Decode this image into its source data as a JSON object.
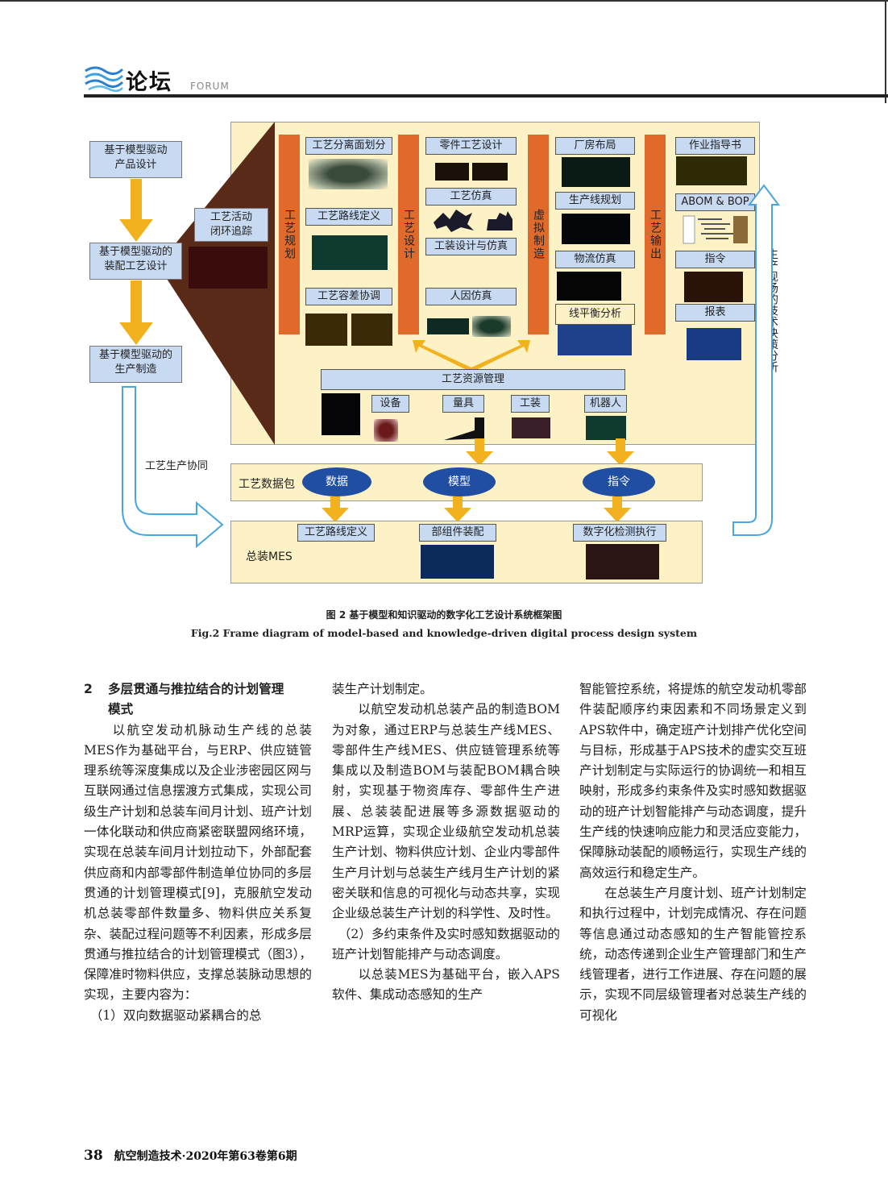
{
  "header": {
    "logo_cn": "论坛",
    "logo_en": "FORUM"
  },
  "figure": {
    "left_col": [
      "基于模型驱动\n产品设计",
      "基于模型驱动的\n装配工艺设计",
      "基于模型驱动的\n生产制造"
    ],
    "loop_label": "工艺活动\n闭环追踪",
    "planning": {
      "bar": "工艺规划",
      "items": [
        "工艺分离面划分",
        "工艺路线定义",
        "工艺容差协调"
      ]
    },
    "design": {
      "bar": "工艺设计",
      "items": [
        "零件工艺设计",
        "工艺仿真",
        "工装设计与仿真",
        "人因仿真"
      ]
    },
    "virtual": {
      "bar": "虚拟制造",
      "items": [
        "厂房布局",
        "生产线规划",
        "物流仿真",
        "线平衡分析"
      ]
    },
    "output": {
      "bar": "工艺输出",
      "items": [
        "作业指导书",
        "ABOM & BOP",
        "指令",
        "报表"
      ]
    },
    "side_label": "生产现场的技术决策分析",
    "resource": {
      "title": "工艺资源管理",
      "items": [
        "设备",
        "量具",
        "工装",
        "机器人"
      ]
    },
    "collab_label": "工艺生产协同",
    "package": {
      "title": "工艺数据包",
      "items": [
        "数据",
        "模型",
        "指令"
      ]
    },
    "mes": {
      "title": "总装MES",
      "items": [
        "工艺路线定义",
        "部组件装配",
        "数字化检测执行"
      ]
    },
    "caption_cn": "图 2   基于模型和知识驱动的数字化工艺设计系统框架图",
    "caption_en": "Fig.2    Frame diagram of model-based and knowledge-driven digital process design system"
  },
  "body": {
    "col1_title_num": "2",
    "col1_title": "多层贯通与推拉结合的计划管理\n模式",
    "col1": "　　以航空发动机脉动生产线的总装MES作为基础平台，与ERP、供应链管理系统等深度集成以及企业涉密园区网与互联网通过信息摆渡方式集成，实现公司级生产计划和总装车间月计划、班产计划一体化联动和供应商紧密联盟网络环境，实现在总装车间月计划拉动下，外部配套供应商和内部零部件制造单位协同的多层贯通的计划管理模式[9]，克服航空发动机总装零部件数量多、物料供应关系复杂、装配过程问题等不利因素，形成多层贯通与推拉结合的计划管理模式（图3），保障准时物料供应，支撑总装脉动思想的实现，主要内容为：",
    "col1_last": "　（1）双向数据驱动紧耦合的总",
    "col2": "装生产计划制定。\n　　以航空发动机总装产品的制造BOM为对象，通过ERP与总装生产线MES、零部件生产线MES、供应链管理系统等集成以及制造BOM与装配BOM耦合映射，实现基于物资库存、零部件生产进展、总装装配进展等多源数据驱动的MRP运算，实现企业级航空发动机总装生产计划、物料供应计划、企业内零部件生产月计划与总装生产线月生产计划的紧密关联和信息的可视化与动态共享，实现企业级总装生产计划的科学性、及时性。\n　（2）多约束条件及实时感知数据驱动的班产计划智能排产与动态调度。\n　　以总装MES为基础平台，嵌入APS软件、集成动态感知的生产",
    "col3": "智能管控系统，将提炼的航空发动机零部件装配顺序约束因素和不同场景定义到APS软件中，确定班产计划排产优化空间与目标，形成基于APS技术的虚实交互班产计划制定与实际运行的协调统一和相互映射，形成多约束条件及实时感知数据驱动的班产计划智能排产与动态调度，提升生产线的快速响应能力和灵活应变能力，保障脉动装配的顺畅运行，实现生产线的高效运行和稳定生产。\n　　在总装生产月度计划、班产计划制定和执行过程中，计划完成情况、存在问题等信息通过动态感知的生产智能管控系统，动态传递到企业生产管理部门和生产线管理者，进行工作进展、存在问题的展示，实现不同层级管理者对总装生产线的可视化"
  },
  "footer": {
    "page": "38",
    "journal": "航空制造技术·2020年第63卷第6期"
  }
}
